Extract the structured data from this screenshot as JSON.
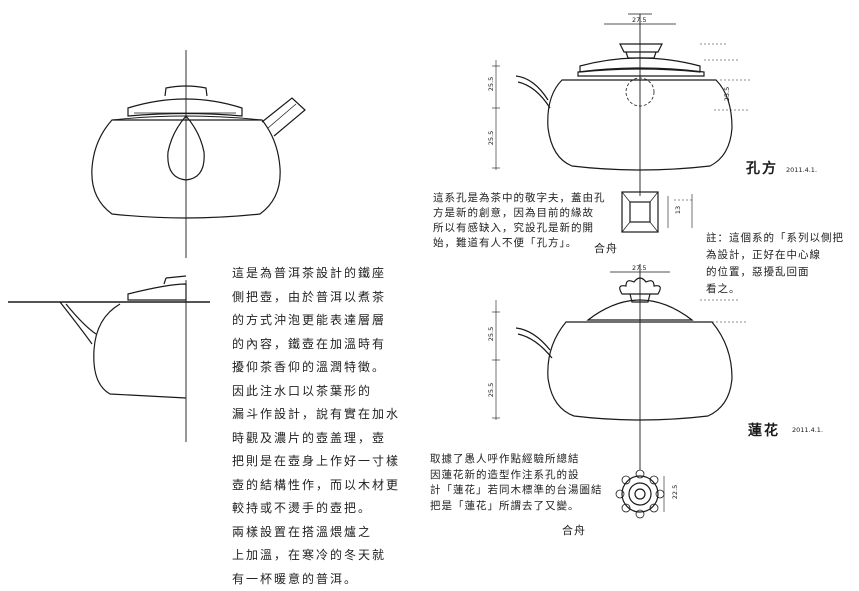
{
  "notes": {
    "left": "這是為普洱茶設計的鐵座\n側把壺，由於普洱以煮茶\n的方式沖泡更能表達層層\n的內容，鐵壺在加溫時有\n擾仰茶香仰的溫潤特徵。\n因此注水口以茶葉形的\n漏斗作設計，說有實在加水\n時觀及濃片的壺盖理，壺\n把則是在壺身上作好一寸樣\n壺的結構性作，而以木材更\n較持或不燙手的壺把。\n兩樣設置在搭溫煨爐之\n上加溫，在寒冷的冬天就\n有一杯暖意的普洱。",
    "kongfang": "這系孔是為茶中的敬字夫，蓋由孔\n方是新的創意，因為目前的緣故\n所以有感缺入，究設孔是新的開\n始，難道有人不便「孔方」。",
    "kongfang_sign": "合舟",
    "right": "註：這個系的「系列以側把\n為設計，正好在中心線\n的位置，惡擾乱回面\n看之。",
    "lianhua": "取據了愚人呼作點經驗所總結\n因蓮花新的造型作注系孔的設\n計「蓮花」若同木標準的台湯圖結\n把是「蓮花」所謂去了又變。",
    "lianhua_sign": "合舟"
  },
  "labels": {
    "kongfang_title": "孔方",
    "kongfang_date": "2011.4.1.",
    "lianhua_title": "蓮花",
    "lianhua_date": "2011.4.1."
  },
  "dimensions": {
    "top_width": "27.5",
    "lotus_top_width": "27.5",
    "side_1": "25.5",
    "side_2": "25.5",
    "side_3": "25.5",
    "side_4": "25.5",
    "side_5": "25.5",
    "square_h": "13",
    "lotus_small": "22.5"
  }
}
